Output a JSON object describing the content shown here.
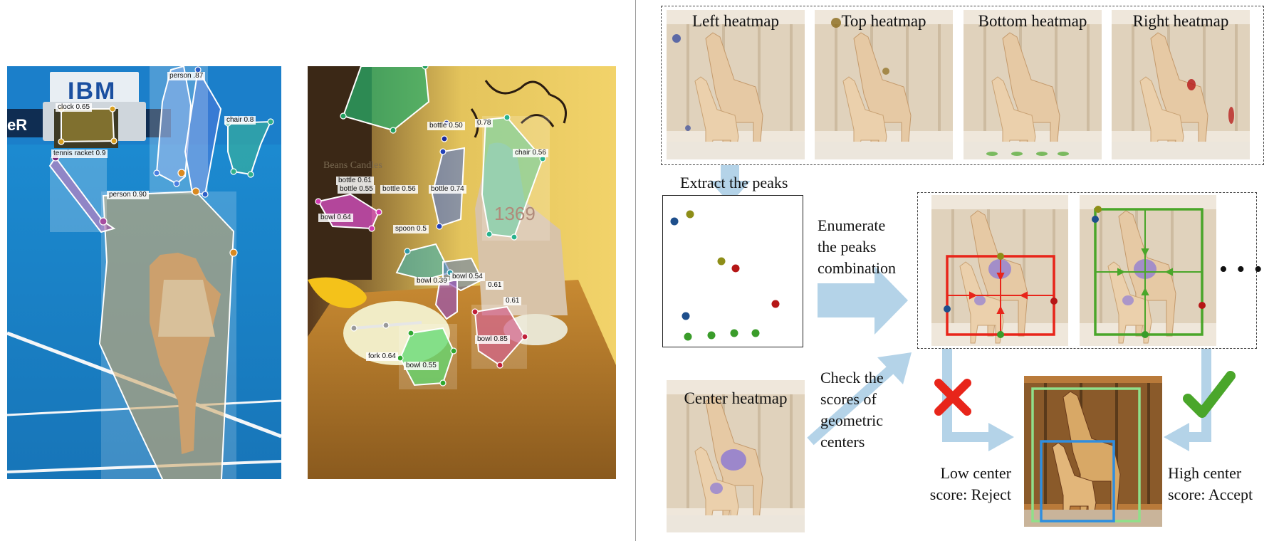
{
  "left_panel": {
    "tennis_labels": [
      "clock 0.65",
      "person .87",
      "chair 0.8",
      "tennis racket 0.9",
      "person 0.90"
    ],
    "tennis_text": {
      "sign_brand": "IBM",
      "sign_side": "eR"
    },
    "kitchen_labels": [
      "bottle 0.50",
      "0.78",
      "chair 0.56",
      "bottle 0.61",
      "bottle 0.55",
      "bottle 0.56",
      "bottle 0.74",
      "bowl 0.64",
      "spoon 0.5",
      "bowl 0.39",
      "bowl 0.54",
      "0.61",
      "0.61",
      "bowl 0.85",
      "fork 0.64",
      "bowl 0.55"
    ],
    "kitchen_text": {
      "shirt": "1369",
      "wall": "Beans Candles"
    }
  },
  "right_panel": {
    "heatmaps": [
      {
        "label": "Left heatmap"
      },
      {
        "label": "Top heatmap"
      },
      {
        "label": "Bottom heatmap"
      },
      {
        "label": "Right heatmap"
      }
    ],
    "extract_label": "Extract the peaks",
    "enumerate_label": [
      "Enumerate",
      "the peaks",
      "combination"
    ],
    "center_heatmap_label": "Center heatmap",
    "check_label": [
      "Check the",
      "scores of",
      "geometric",
      "centers"
    ],
    "reject_label": [
      "Low center",
      "score: Reject"
    ],
    "accept_label": [
      "High center",
      "score: Accept"
    ],
    "ellipsis": "• • •",
    "colors": {
      "arrow": "#b4d3e8",
      "left_peak": "#1e4f8c",
      "top_peak": "#8e8e18",
      "bottom_peak": "#3a9c2a",
      "right_peak": "#b51616",
      "reject": "#e8251a",
      "accept": "#4aa62a",
      "cross": "#e8251a",
      "check": "#4aa62a"
    }
  }
}
